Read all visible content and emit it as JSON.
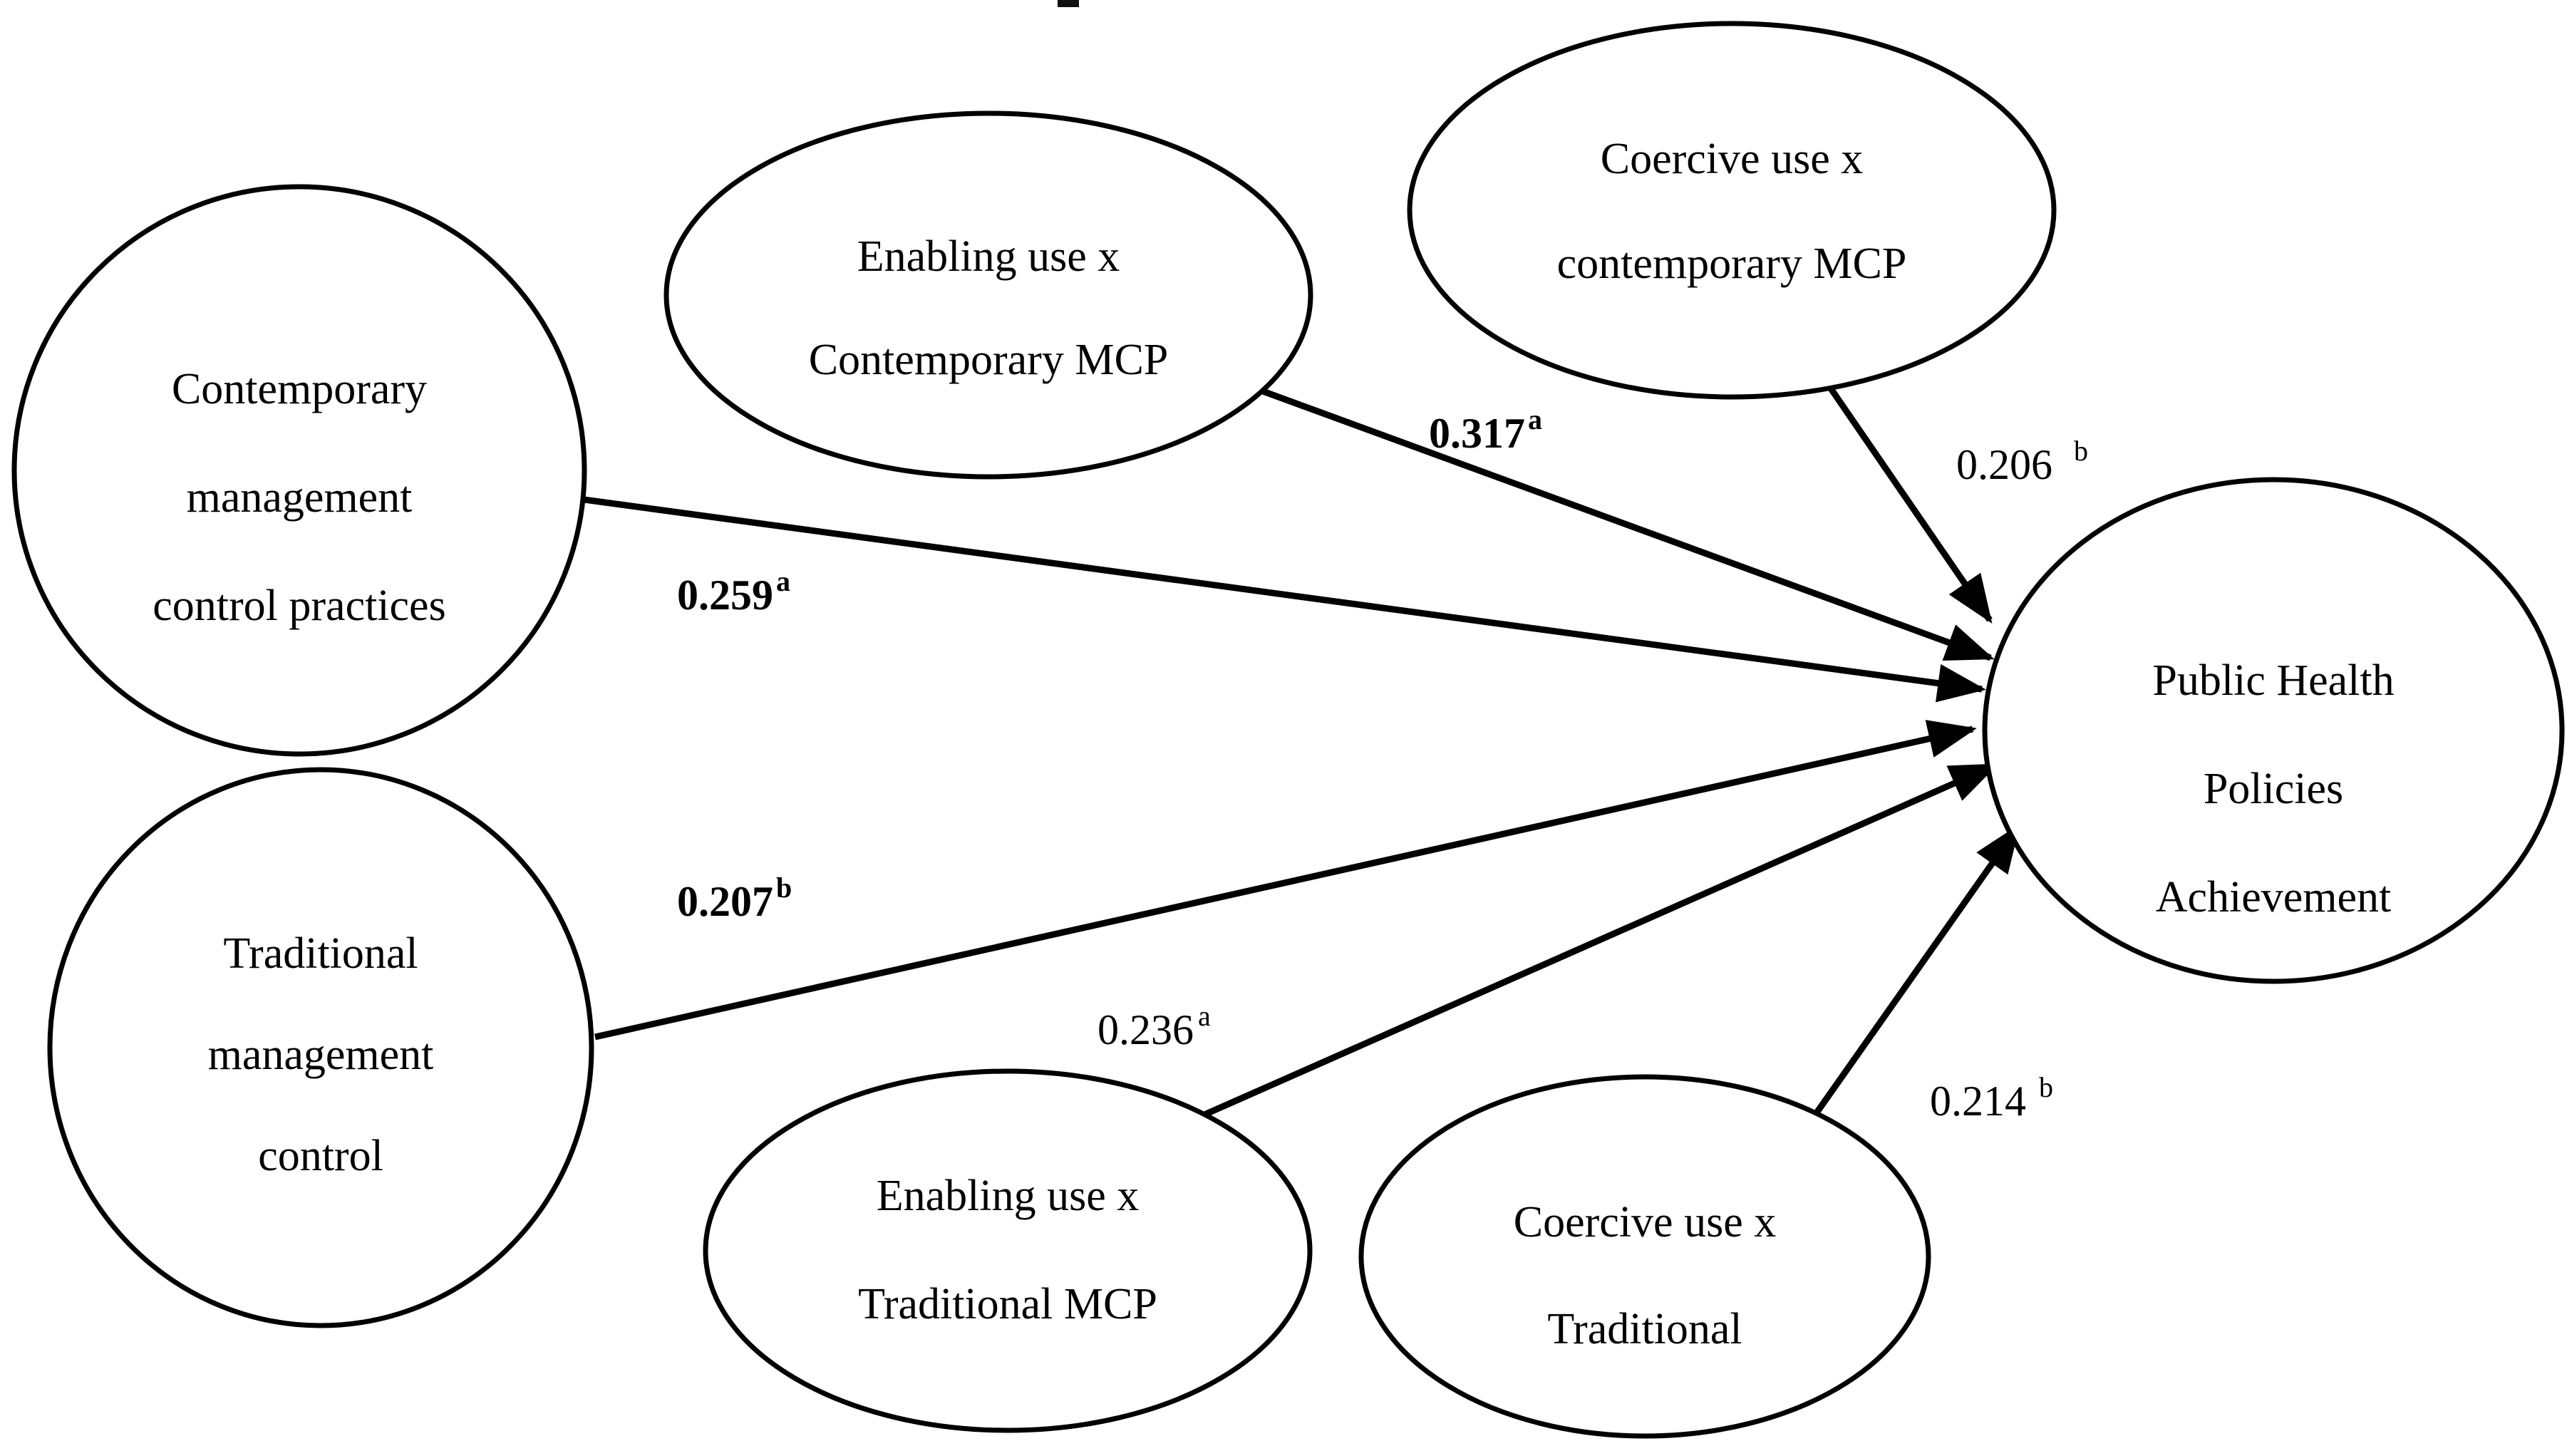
{
  "diagram_type": "structural-path-model",
  "colors": {
    "background": "#ffffff",
    "stroke": "#000000",
    "text": "#000000"
  },
  "nodes": {
    "contemporary_mcp": {
      "lines": [
        "Contemporary",
        "management",
        "control practices"
      ]
    },
    "enabling_contemporary": {
      "lines": [
        "Enabling use x",
        "Contemporary MCP"
      ]
    },
    "coercive_contemporary": {
      "lines": [
        "Coercive use x",
        "contemporary MCP"
      ]
    },
    "traditional_mc": {
      "lines": [
        "Traditional",
        "management",
        "control"
      ]
    },
    "enabling_traditional": {
      "lines": [
        "Enabling use x",
        "Traditional MCP"
      ]
    },
    "coercive_traditional": {
      "lines": [
        "Coercive use x",
        "Traditional"
      ]
    },
    "outcome": {
      "lines": [
        "Public Health",
        "Policies",
        "Achievement"
      ]
    }
  },
  "paths": [
    {
      "from": "contemporary_mcp",
      "to": "outcome",
      "coefficient": "0.259",
      "superscript": "a",
      "bold": true
    },
    {
      "from": "enabling_contemporary",
      "to": "outcome",
      "coefficient": "0.317",
      "superscript": "a",
      "bold": true
    },
    {
      "from": "coercive_contemporary",
      "to": "outcome",
      "coefficient": "0.206",
      "superscript": "b",
      "bold": false
    },
    {
      "from": "traditional_mc",
      "to": "outcome",
      "coefficient": "0.207",
      "superscript": "b",
      "bold": true
    },
    {
      "from": "enabling_traditional",
      "to": "outcome",
      "coefficient": "0.236",
      "superscript": "a",
      "bold": false
    },
    {
      "from": "coercive_traditional",
      "to": "outcome",
      "coefficient": "0.214",
      "superscript": "b",
      "bold": false
    }
  ]
}
